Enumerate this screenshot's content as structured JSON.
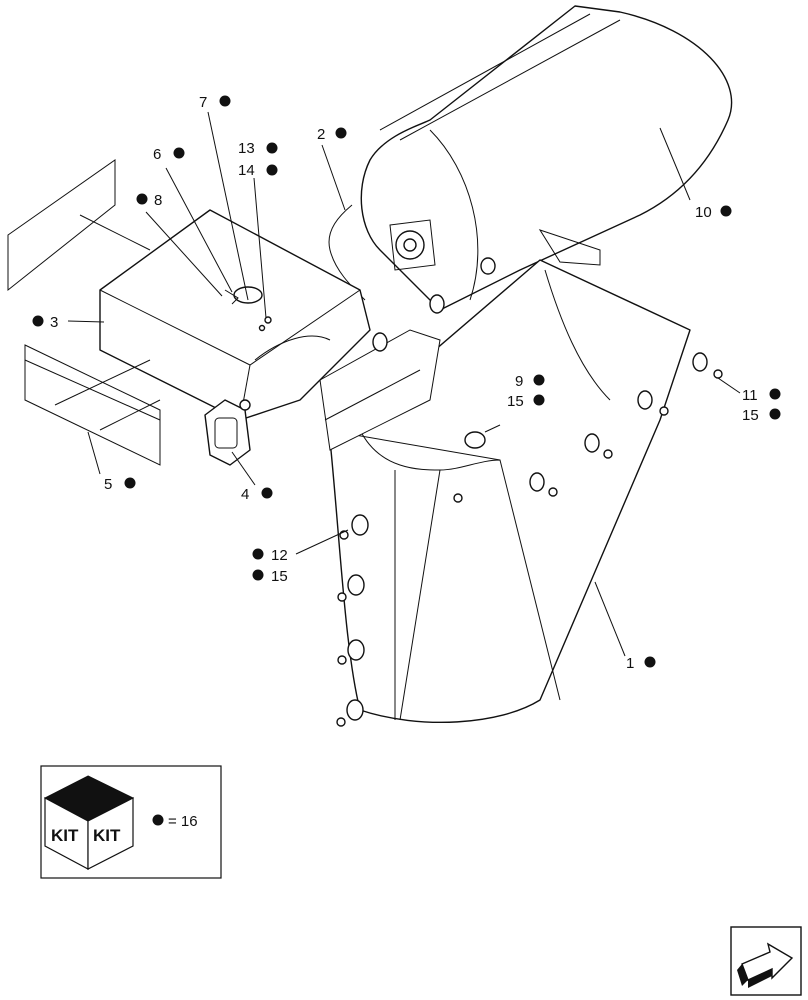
{
  "bullet_color": "#111111",
  "callouts": [
    {
      "id": "7",
      "label": "7",
      "kit": true
    },
    {
      "id": "6",
      "label": "6",
      "kit": true
    },
    {
      "id": "13",
      "label": "13",
      "kit": true
    },
    {
      "id": "14",
      "label": "14",
      "kit": true
    },
    {
      "id": "8",
      "label": "8",
      "kit": true
    },
    {
      "id": "2",
      "label": "2",
      "kit": true
    },
    {
      "id": "3",
      "label": "3",
      "kit": true
    },
    {
      "id": "10",
      "label": "10",
      "kit": true
    },
    {
      "id": "9",
      "label": "9",
      "kit": true
    },
    {
      "id": "15a",
      "label": "15",
      "kit": true
    },
    {
      "id": "11",
      "label": "11",
      "kit": true
    },
    {
      "id": "15b",
      "label": "15",
      "kit": true
    },
    {
      "id": "5",
      "label": "5",
      "kit": true
    },
    {
      "id": "4",
      "label": "4",
      "kit": true
    },
    {
      "id": "12",
      "label": "12",
      "kit": true
    },
    {
      "id": "15c",
      "label": "15",
      "kit": true
    },
    {
      "id": "1",
      "label": "1",
      "kit": true
    }
  ],
  "legend": {
    "kit_word_left": "KIT",
    "kit_word_right": "KIT",
    "equals_text": "= 16"
  },
  "nav_icon": "next-page-arrow-icon"
}
